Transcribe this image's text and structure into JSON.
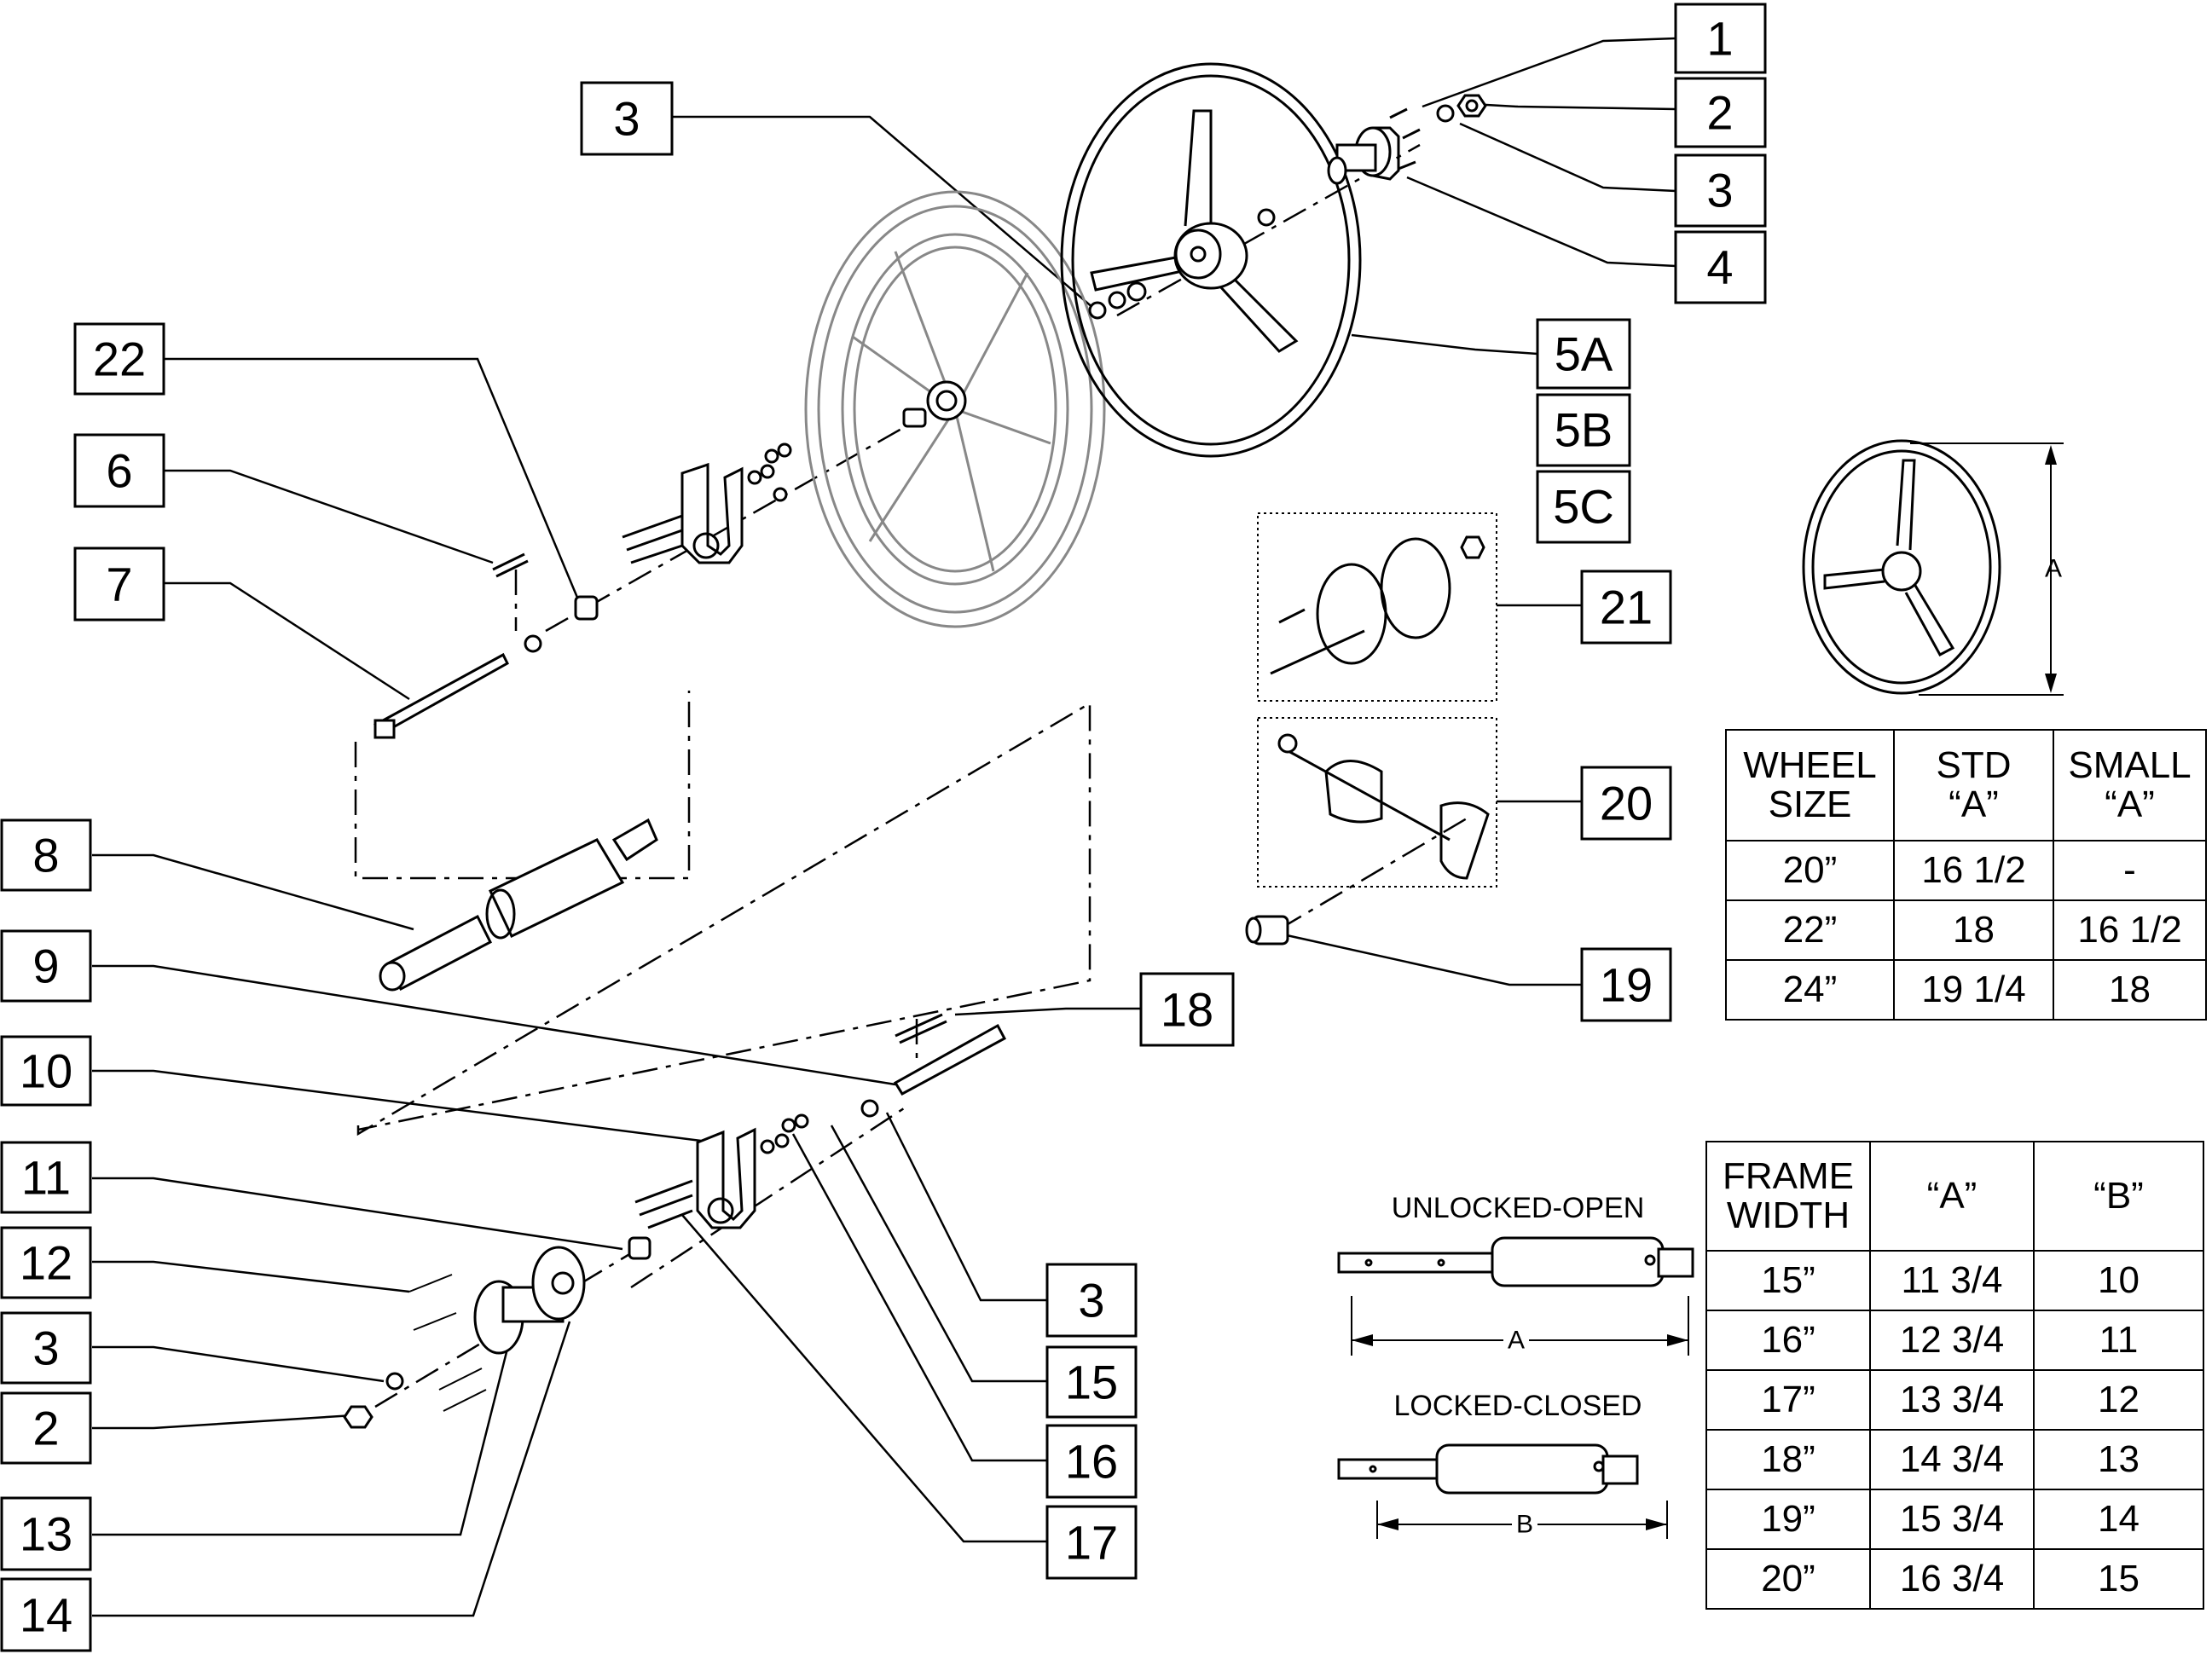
{
  "callouts": {
    "c1": "1",
    "c2_top": "2",
    "c3_top_right": "3",
    "c4": "4",
    "c5a": "5A",
    "c5b": "5B",
    "c5c": "5C",
    "c3_top_left": "3",
    "c22": "22",
    "c6": "6",
    "c7": "7",
    "c8": "8",
    "c9": "9",
    "c10": "10",
    "c11": "11",
    "c12": "12",
    "c3_left": "3",
    "c2_left": "2",
    "c13": "13",
    "c14": "14",
    "c3_bottom": "3",
    "c15": "15",
    "c16": "16",
    "c17": "17",
    "c18": "18",
    "c21": "21",
    "c20": "20",
    "c19": "19"
  },
  "wheel_size_table": {
    "headers": [
      "WHEEL SIZE",
      "STD “A”",
      "SMALL “A”"
    ],
    "rows": [
      [
        "20”",
        "16 1/2",
        "-"
      ],
      [
        "22”",
        "18",
        "16 1/2"
      ],
      [
        "24”",
        "19 1/4",
        "18"
      ]
    ],
    "dimension_label": "A"
  },
  "frame_width_table": {
    "headers": [
      "FRAME WIDTH",
      "“A”",
      "“B”"
    ],
    "rows": [
      [
        "15”",
        "11 3/4",
        "10"
      ],
      [
        "16”",
        "12 3/4",
        "11"
      ],
      [
        "17”",
        "13 3/4",
        "12"
      ],
      [
        "18”",
        "14 3/4",
        "13"
      ],
      [
        "19”",
        "15 3/4",
        "14"
      ],
      [
        "20”",
        "16 3/4",
        "15"
      ]
    ]
  },
  "axle_views": {
    "unlocked_caption": "UNLOCKED-OPEN",
    "unlocked_dim": "A",
    "locked_caption": "LOCKED-CLOSED",
    "locked_dim": "B"
  }
}
